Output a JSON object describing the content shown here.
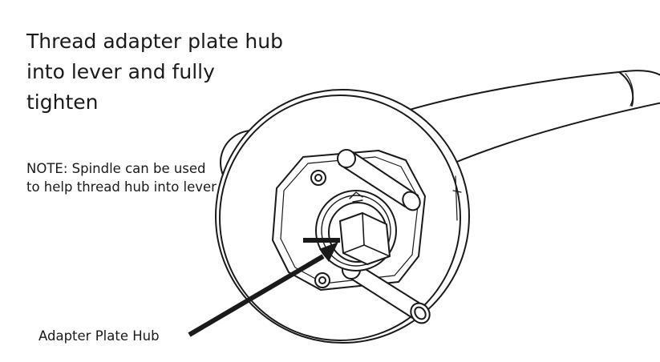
{
  "instruction": {
    "title": "Thread adapter plate hub into lever and fully tighten"
  },
  "note": "NOTE: Spindle can be used to help thread hub into lever",
  "callouts": {
    "adapter_plate_hub": "Adapter Plate Hub"
  },
  "colors": {
    "line": "#1a1a1a",
    "background": "#ffffff"
  }
}
